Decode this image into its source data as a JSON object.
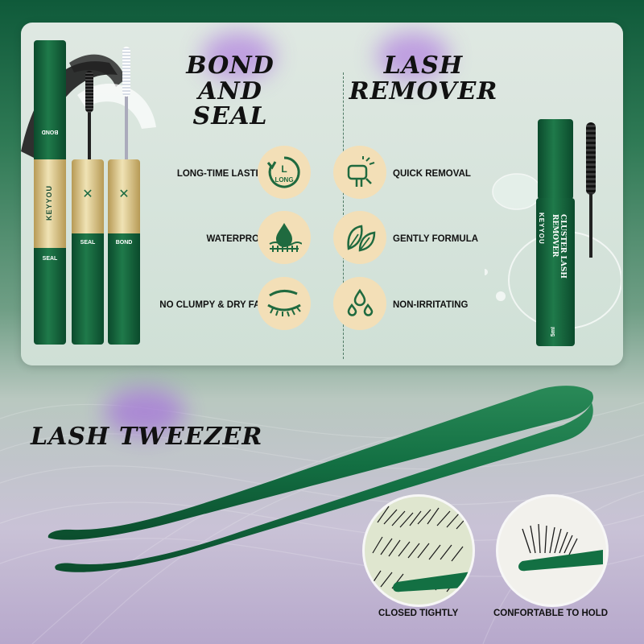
{
  "sections": {
    "bond": {
      "heading_line1": "BOND AND",
      "heading_line2": "SEAL"
    },
    "remover": {
      "heading_line1": "LASH",
      "heading_line2": "REMOVER"
    },
    "tweezer": {
      "heading": "LASH TWEEZER"
    }
  },
  "bond_features": [
    {
      "label": "LONG-TIME LASTING",
      "icon": "long-lasting-icon"
    },
    {
      "label": "WATERPROOF",
      "icon": "waterproof-icon"
    },
    {
      "label": "NO CLUMPY & DRY FAST",
      "icon": "eye-icon"
    }
  ],
  "remover_features": [
    {
      "label": "QUICK REMOVAL",
      "icon": "wipe-icon"
    },
    {
      "label": "GENTLY FORMULA",
      "icon": "leaf-icon"
    },
    {
      "label": "NON-IRRITATING",
      "icon": "drops-icon"
    }
  ],
  "icon_text": {
    "long_letter": "L",
    "long_word": "LONG"
  },
  "products": {
    "bond_seal_tubes": {
      "brand": "KEYYOU",
      "tube1_top": "BOND",
      "tube1_bottom": "SEAL",
      "tube2_bottom": "SEAL",
      "tube3_bottom": "BOND"
    },
    "remover_tube": {
      "brand": "KEYYOU",
      "name_line1": "CLUSTER LASH",
      "name_line2": "REMOVER",
      "volume": "5ml"
    }
  },
  "tweezer_captions": {
    "left": "CLOSED TIGHTLY",
    "right": "CONFORTABLE TO HOLD"
  },
  "colors": {
    "brand_green": "#0f5a3a",
    "gold": "#d9c58c",
    "feature_circle": "#f3dfb7",
    "glow_purple": "#a77ad8"
  }
}
